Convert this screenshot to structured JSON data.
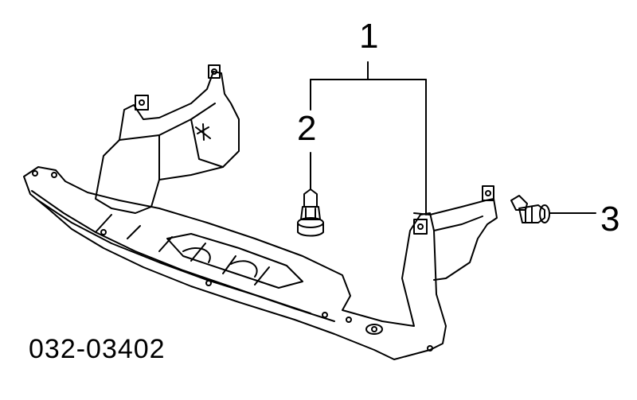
{
  "callouts": {
    "c1": "1",
    "c2": "2",
    "c3": "3"
  },
  "part_code": "032-03402",
  "icons": {
    "splash_shield": "splash-shield-drawing",
    "bolt": "flange-bolt-icon",
    "clip": "push-clip-icon"
  }
}
